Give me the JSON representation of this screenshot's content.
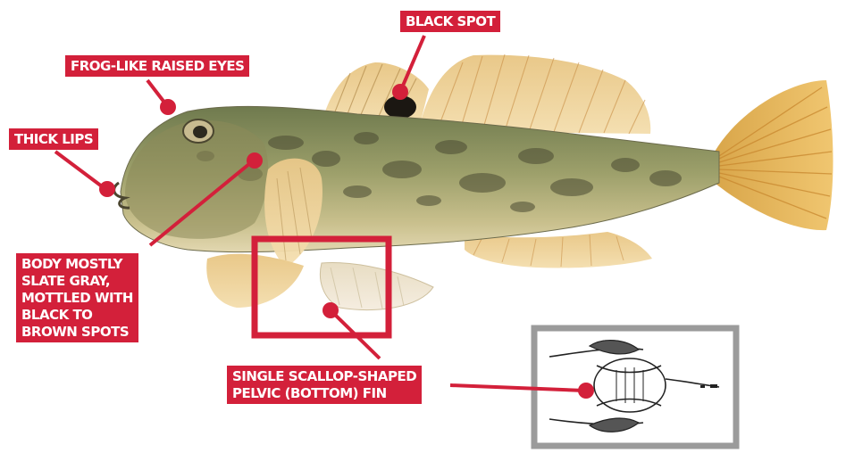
{
  "colors": {
    "callout": "#d3203a",
    "body": "#9a9a66",
    "fin": "#e8b960",
    "inset_frame": "#9b9b9b"
  },
  "labels": {
    "black_spot": "BLACK SPOT",
    "raised_eyes": "FROG-LIKE RAISED EYES",
    "thick_lips": "THICK LIPS",
    "body_color": [
      "BODY MOSTLY",
      "SLATE GRAY,",
      "MOTTLED WITH",
      "BLACK TO",
      "BROWN SPOTS"
    ],
    "pelvic_fin": [
      "SINGLE SCALLOP-SHAPED",
      "PELVIC (BOTTOM) FIN"
    ]
  }
}
